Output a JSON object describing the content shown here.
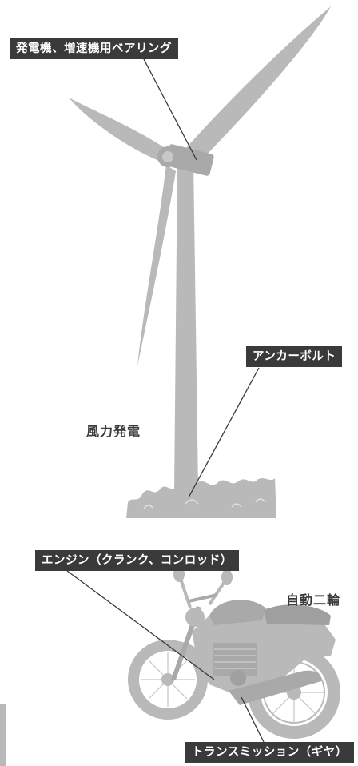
{
  "labels": {
    "bearing": "発電機、増速機用ベアリング",
    "anchor_bolt": "アンカーボルト",
    "wind_power": "風力発電",
    "engine": "エンジン（クランク、コンロッド）",
    "motorcycle": "自動二輪",
    "transmission": "トランスミッション（ギヤ）"
  },
  "colors": {
    "illustration": "#b9b9b9",
    "illustration_dark": "#a9a9a9",
    "label_bg": "#3a3a3a",
    "label_text": "#ffffff",
    "leader_line": "#3a3a3a"
  }
}
